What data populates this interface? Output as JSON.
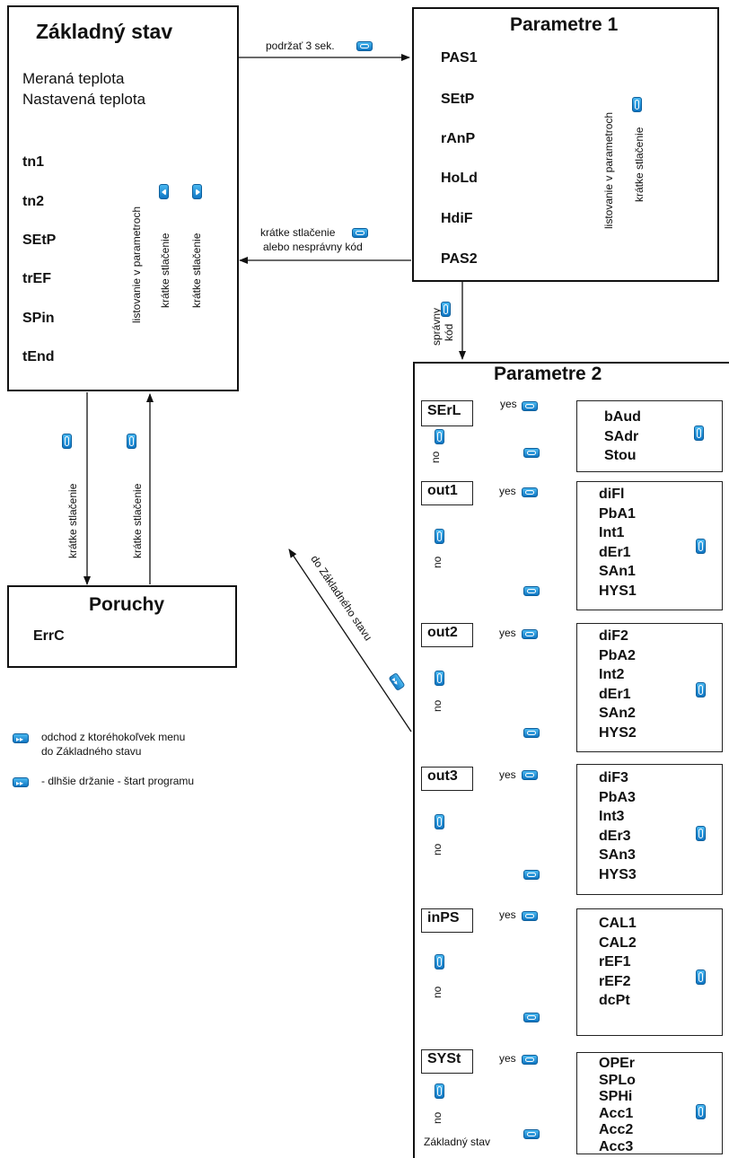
{
  "zakladny": {
    "title": "Základný stav",
    "lines": [
      "Meraná teplota",
      "Nastavená teplota"
    ],
    "params": [
      "tn1",
      "tn2",
      "SEtP",
      "trEF",
      "SPin",
      "tEnd"
    ],
    "rot_label": "listovanie v parametroch",
    "rot_short1": "krátke stlačenie",
    "rot_short2": "krátke stlačenie"
  },
  "arrow_top": {
    "label": "podržať 3 sek."
  },
  "param1": {
    "title": "Parametre 1",
    "params": [
      "PAS1",
      "SEtP",
      "rAnP",
      "HoLd",
      "HdiF",
      "PAS2"
    ],
    "rot_label": "listovanie v parametroch",
    "rot_short": "krátke stlačenie"
  },
  "arrow_back": {
    "line1": "krátke stlačenie",
    "line2": "alebo nesprávny kód"
  },
  "spravny": {
    "line1": "správny",
    "line2": "kód"
  },
  "vertical_labels": {
    "down": "krátke stlačenie",
    "up": "krátke stlačenie"
  },
  "poruchy": {
    "title": "Poruchy",
    "item": "ErrC"
  },
  "diagonal": {
    "label": "do Základného stavu"
  },
  "legend": {
    "item1_line1": "odchod z ktoréhokoľvek menu",
    "item1_line2": "do Základného stavu",
    "item2": "- dlhšie držanie - štart programu"
  },
  "param2": {
    "title": "Parametre 2",
    "yes": "yes",
    "no": "no",
    "groups": [
      {
        "name": "SErL",
        "items": [
          "bAud",
          "SAdr",
          "Stou"
        ]
      },
      {
        "name": "out1",
        "items": [
          "diFl",
          "PbA1",
          "Int1",
          "dEr1",
          "SAn1",
          "HYS1"
        ]
      },
      {
        "name": "out2",
        "items": [
          "diF2",
          "PbA2",
          "Int2",
          "dEr1",
          "SAn2",
          "HYS2"
        ]
      },
      {
        "name": "out3",
        "items": [
          "diF3",
          "PbA3",
          "Int3",
          "dEr3",
          "SAn3",
          "HYS3"
        ]
      },
      {
        "name": "inPS",
        "items": [
          "CAL1",
          "CAL2",
          "rEF1",
          "rEF2",
          "dcPt"
        ]
      },
      {
        "name": "SYSt",
        "items": [
          "OPEr",
          "SPLo",
          "SPHi",
          "Acc1",
          "Acc2",
          "Acc3"
        ]
      }
    ],
    "end_label": "Základný stav"
  },
  "icons": {
    "c_key": "c-key-icon",
    "enter_key": "enter-key-icon",
    "left_key": "left-key-icon",
    "right_key": "right-key-icon",
    "ff_key": "fast-forward-key-icon"
  },
  "colors": {
    "key_blue": "#1a8ad6",
    "line": "#111111"
  }
}
